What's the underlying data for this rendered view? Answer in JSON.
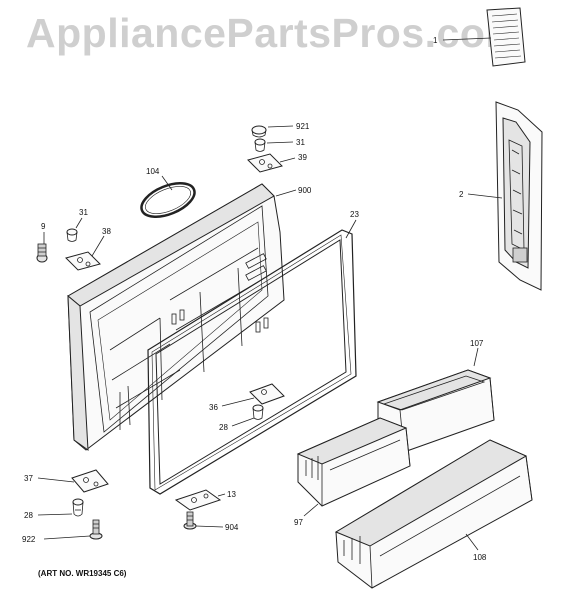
{
  "watermark": "AppliancePartsPros.com",
  "art_number": "(ART NO. WR19345 C6)",
  "callouts": {
    "c921": "921",
    "c31a": "31",
    "c39": "39",
    "c104": "104",
    "c900": "900",
    "c9": "9",
    "c31b": "31",
    "c38": "38",
    "c23": "23",
    "c1": "1",
    "c2": "2",
    "c107": "107",
    "c36": "36",
    "c28a": "28",
    "c37": "37",
    "c28b": "28",
    "c922": "922",
    "c13": "13",
    "c904": "904",
    "c97": "97",
    "c108": "108"
  }
}
